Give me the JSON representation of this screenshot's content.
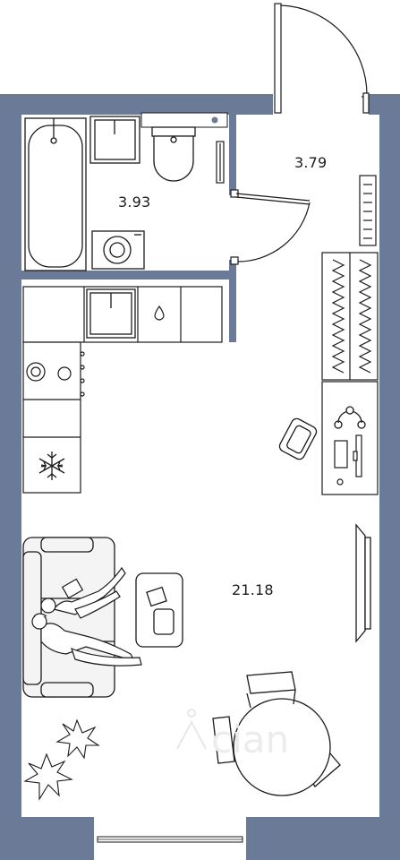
{
  "plan": {
    "rooms": [
      {
        "id": "bathroom",
        "area": "3.93"
      },
      {
        "id": "hallway",
        "area": "3.79"
      },
      {
        "id": "living-room",
        "area": "21.18"
      }
    ],
    "watermark": "cian"
  },
  "colors": {
    "wall": "#6b7a97",
    "line": "#1a1a1a",
    "furniture_fill": "#ffffff",
    "sofa_fill": "#f2f2f2",
    "watermark": "#e6e6e6"
  },
  "icons": [
    "snowflake-icon",
    "water-drop-icon",
    "headphones-icon",
    "plant-icon"
  ]
}
